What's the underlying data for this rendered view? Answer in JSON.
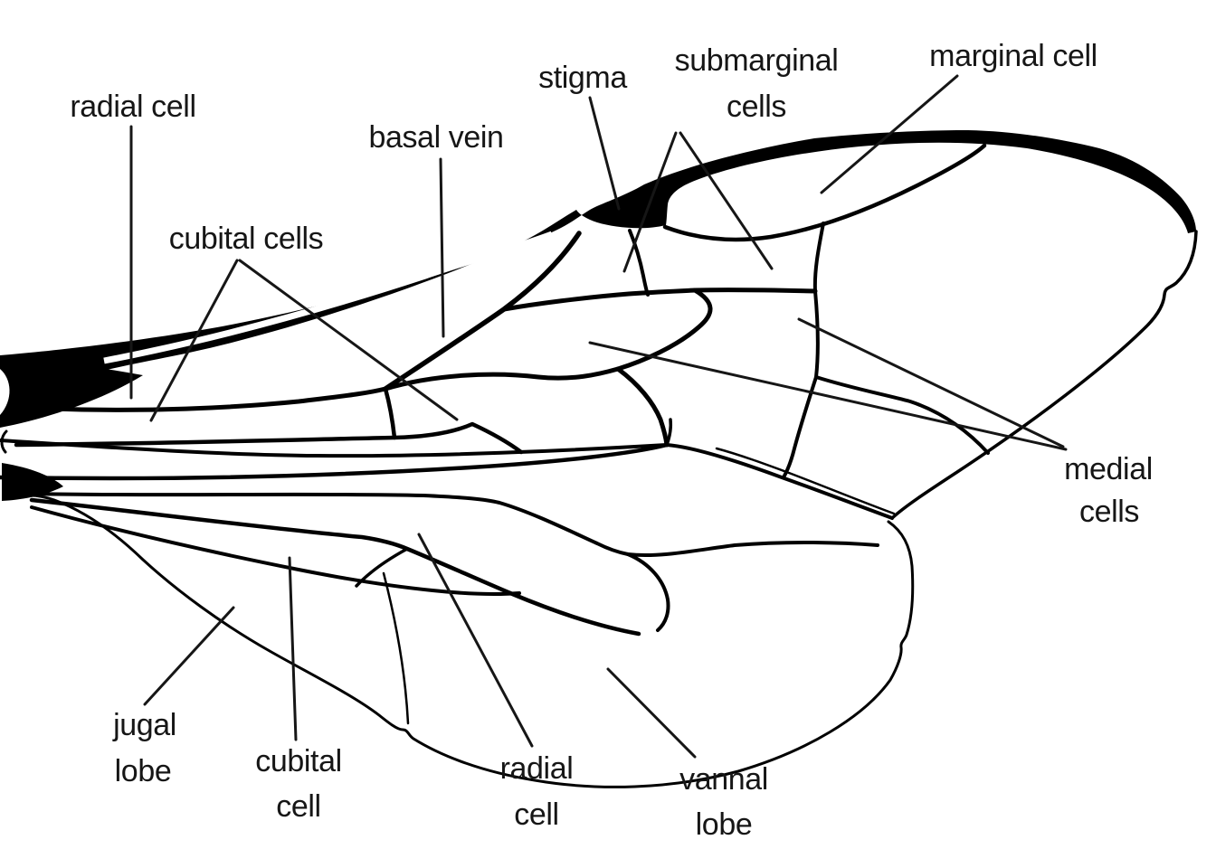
{
  "theme": {
    "background": "#ffffff",
    "ink": "#000000",
    "text_color": "#161616"
  },
  "diagram": {
    "labels": {
      "radial_cell_top": "radial cell",
      "basal_vein": "basal vein",
      "stigma": "stigma",
      "submarginal_cells_line1": "submarginal",
      "submarginal_cells_line2": "cells",
      "marginal_cell": "marginal cell",
      "cubital_cells": "cubital cells",
      "medial_cells_line1": "medial",
      "medial_cells_line2": "cells",
      "jugal_lobe_line1": "jugal",
      "jugal_lobe_line2": "lobe",
      "cubital_cell_bottom_line1": "cubital",
      "cubital_cell_bottom_line2": "cell",
      "radial_cell_bottom_line1": "radial",
      "radial_cell_bottom_line2": "cell",
      "vannal_lobe_line1": "vannal",
      "vannal_lobe_line2": "lobe"
    }
  }
}
